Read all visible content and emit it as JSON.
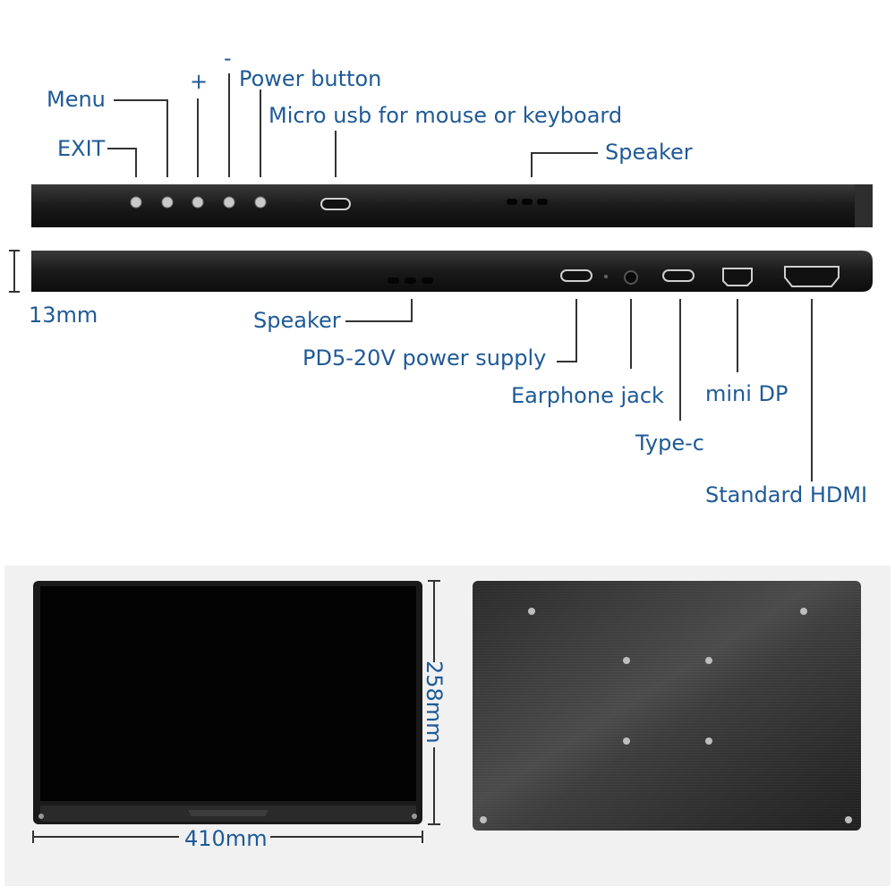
{
  "top_view": {
    "labels": {
      "menu": "Menu",
      "exit": "EXIT",
      "plus": "+",
      "minus": "-",
      "power_button": "Power button",
      "micro_usb": "Micro usb for mouse or keyboard",
      "speaker": "Speaker"
    }
  },
  "bottom_view": {
    "labels": {
      "thickness": "13mm",
      "speaker": "Speaker",
      "pd_power": "PD5-20V power supply",
      "earphone": "Earphone jack",
      "mini_dp": "mini DP",
      "type_c": "Type-c",
      "hdmi": "Standard HDMI"
    }
  },
  "front_view": {
    "height_label": "258mm",
    "width_label": "410mm"
  },
  "colors": {
    "label": "#1f5a96",
    "device": "#1c1c1c",
    "panel_bg": "#f2f2f2"
  }
}
